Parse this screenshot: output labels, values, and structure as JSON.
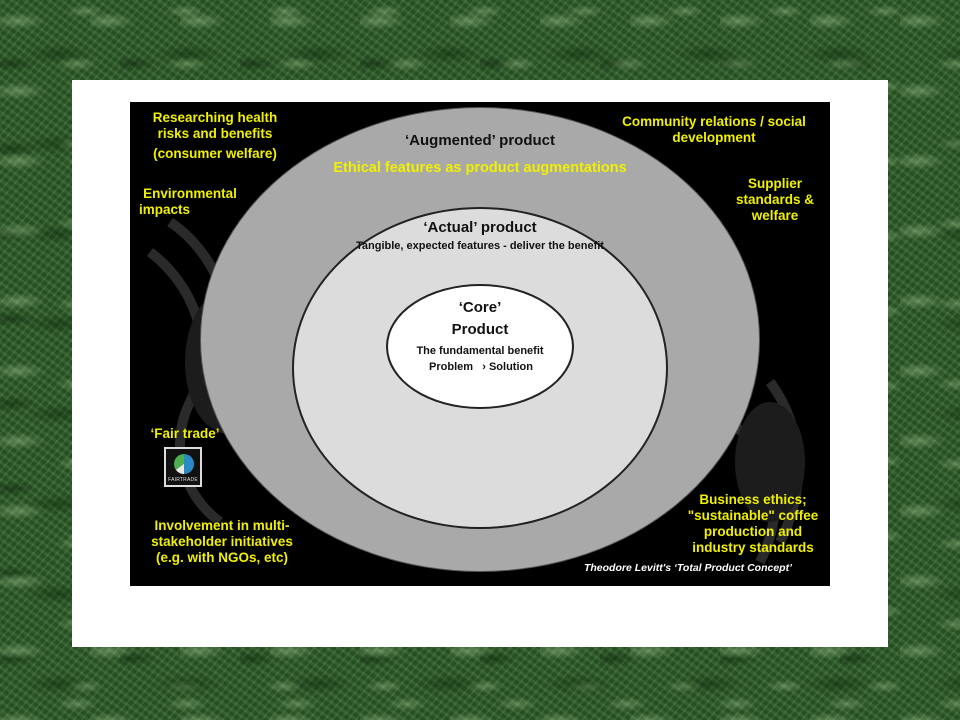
{
  "diagram": {
    "augmented": {
      "title": "‘Augmented’ product",
      "subtitle": "Ethical features as product augmentations"
    },
    "actual": {
      "title": "‘Actual’ product",
      "subtitle": "Tangible, expected features - deliver the benefit"
    },
    "core": {
      "line1": "‘Core’",
      "line2": "Product",
      "line3": "The fundamental benefit",
      "problem": "Problem",
      "arrow": "›",
      "solution": "Solution"
    },
    "labels": {
      "research_l1": "Researching health",
      "research_l2": "risks and benefits",
      "research_l3": "(consumer welfare)",
      "env_l1": "Environmental",
      "env_l2": "impacts",
      "community_l1": "Community relations / social",
      "community_l2": "development",
      "supplier_l1": "Supplier",
      "supplier_l2": "standards &",
      "supplier_l3": "welfare",
      "fairtrade": "‘Fair trade’",
      "involve_l1": "Involvement in multi-",
      "involve_l2": "stakeholder initiatives",
      "involve_l3": "(e.g. with NGOs, etc)",
      "ethics_l1": "Business ethics;",
      "ethics_l2": "\"sustainable\" coffee",
      "ethics_l3": "production and",
      "ethics_l4": "industry standards",
      "credit": "Theodore Levitt's ‘Total Product Concept’"
    },
    "logo_text": "FAIRTRADE",
    "colors": {
      "label_yellow": "#f0f000",
      "augmented_ring": "#a9a9a9",
      "actual_ring": "#dcdcdc",
      "core_ring": "#ffffff",
      "background": "#000000"
    }
  }
}
